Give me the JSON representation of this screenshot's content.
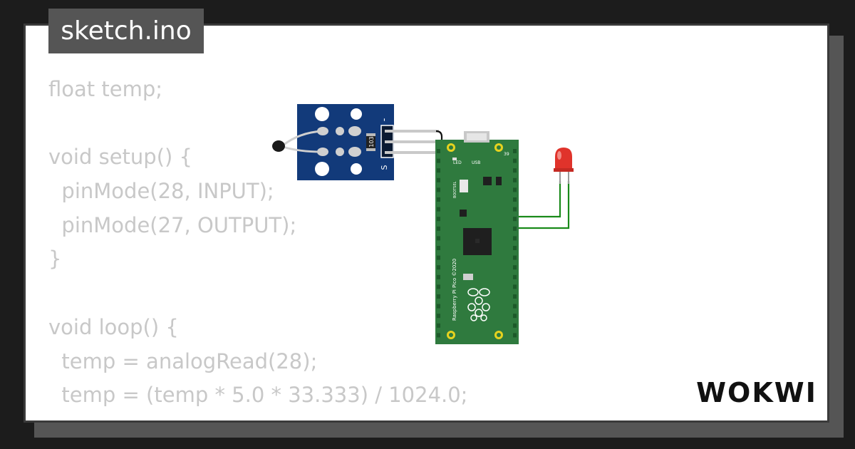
{
  "tab": {
    "filename": "sketch.ino"
  },
  "code_lines": [
    "float temp;",
    "",
    "void setup() {",
    "  pinMode(28, INPUT);",
    "  pinMode(27, OUTPUT);",
    "}",
    "",
    "void loop() {",
    "  temp = analogRead(28);",
    "  temp = (temp * 5.0 * 33.333) / 1024.0;"
  ],
  "circuit": {
    "sensor_pin_labels": [
      "-",
      "S"
    ],
    "resistor_label": "103",
    "pico_labels": {
      "led": "LED",
      "usb": "USB",
      "bootsel": "BOOTSEL",
      "pin_number": "39",
      "board_text": "Raspberry Pi Pico ©2020"
    }
  },
  "brand": {
    "name": "WOKWI"
  },
  "colors": {
    "background": "#1c1c1c",
    "card": "#ffffff",
    "tab": "#555555",
    "code_text": "#c8c8c8",
    "pcb_green": "#2f7a3e",
    "sensor_board": "#123a7a",
    "led_red": "#e0332b",
    "wire_red": "#e02020",
    "wire_green": "#1a8a1a"
  },
  "icons": [
    "thermistor-probe",
    "raspberry-logo",
    "red-led"
  ]
}
